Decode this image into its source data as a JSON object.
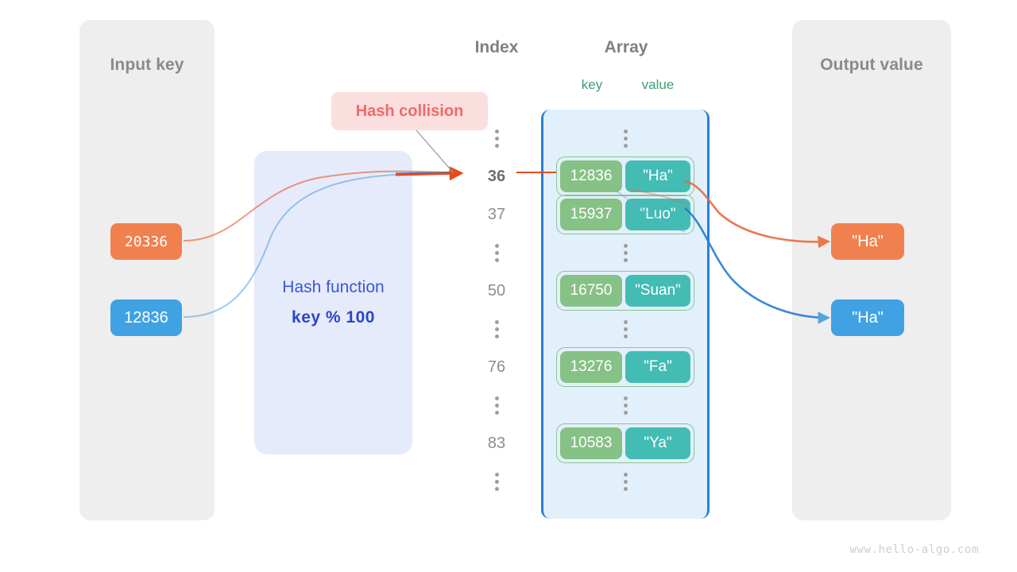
{
  "panels": {
    "input": {
      "title": "Input key"
    },
    "output": {
      "title": "Output value"
    }
  },
  "headings": {
    "index": "Index",
    "array": "Array",
    "key": "key",
    "value": "value"
  },
  "annotation": {
    "collision_label": "Hash collision"
  },
  "hash_function": {
    "title": "Hash function",
    "formula": "key % 100"
  },
  "input_keys": [
    {
      "value": "20336",
      "color": "#f1804f"
    },
    {
      "value": "12836",
      "color": "#40a2e3"
    }
  ],
  "output_values": [
    {
      "value": "\"Ha\"",
      "color": "#f1804f"
    },
    {
      "value": "\"Ha\"",
      "color": "#40a2e3"
    }
  ],
  "index_column": [
    {
      "type": "dots",
      "label": ""
    },
    {
      "type": "index",
      "label": "36",
      "highlight": true
    },
    {
      "type": "index",
      "label": "37",
      "highlight": false
    },
    {
      "type": "dots",
      "label": ""
    },
    {
      "type": "index",
      "label": "50",
      "highlight": false
    },
    {
      "type": "dots",
      "label": ""
    },
    {
      "type": "index",
      "label": "76",
      "highlight": false
    },
    {
      "type": "dots",
      "label": ""
    },
    {
      "type": "index",
      "label": "83",
      "highlight": false
    },
    {
      "type": "dots",
      "label": ""
    }
  ],
  "array_slots": [
    {
      "type": "dots"
    },
    {
      "type": "entry",
      "key": "12836",
      "value": "\"Ha\""
    },
    {
      "type": "entry",
      "key": "15937",
      "value": "\"Luo\""
    },
    {
      "type": "dots"
    },
    {
      "type": "entry",
      "key": "16750",
      "value": "\"Suan\""
    },
    {
      "type": "dots"
    },
    {
      "type": "entry",
      "key": "13276",
      "value": "\"Fa\""
    },
    {
      "type": "dots"
    },
    {
      "type": "entry",
      "key": "10583",
      "value": "\"Ya\""
    },
    {
      "type": "dots"
    }
  ],
  "colors": {
    "orange": "#e8491d",
    "blue": "#2a7fd4",
    "array_fill": "#e2f0fb",
    "key_cell": "#86c185",
    "value_cell": "#43bcb4",
    "panel": "#eeeeee",
    "hash_box": "#e6ebfb",
    "collision_badge": "#fbdede"
  },
  "watermark": "www.hello-algo.com"
}
